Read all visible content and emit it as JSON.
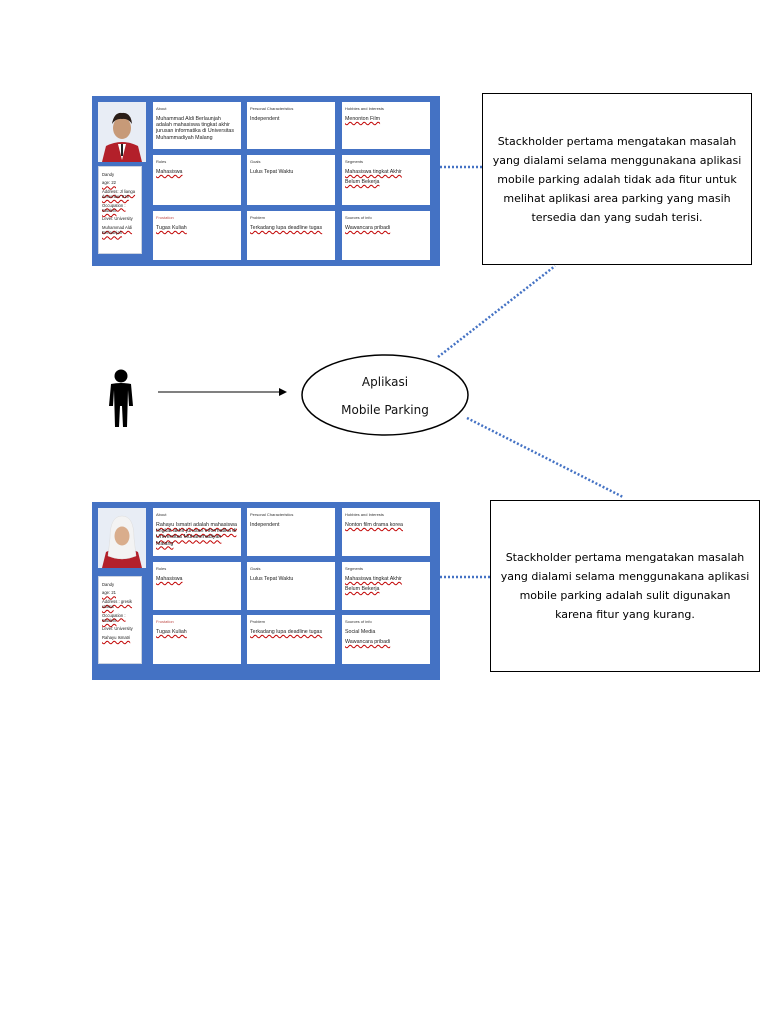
{
  "personas": [
    {
      "about_title": "About",
      "about_text": "Muhammad Aldi Berlaunjah adalah mahasiswa tingkat akhir jurusan informatika di Universitas Muhammadiyah Malang",
      "info": {
        "name": "Dandy",
        "age": "age: 22",
        "address": "Address: Jl lianga desember 919",
        "occupation": "Occupation : Student",
        "level": "Level: University",
        "fullname": "Muhammad Aldi Berlaunjah"
      },
      "personal_title": "Personal Characteristics",
      "personal_value": "Independent",
      "hobbies_title": "Hobbies and Interests",
      "hobbies_value": "Menonton Film",
      "roles_title": "Roles",
      "roles_value": "Mahasiswa",
      "goals_title": "Goals",
      "goals_value": "Lulus Tepat Waktu",
      "segments_title": "Segments",
      "segments_value1": "Mahasiswa tingkat Akhir",
      "segments_value2": "Belum Bekerja",
      "frustration_title": "Frustation",
      "frustration_value": "Tugas Kuliah",
      "problem_title": "Problem",
      "problem_value": "Terkadang lupa deadline tugas",
      "sources_title": "Sources of info",
      "sources_value1": "Wawancara pribadi",
      "sources_value2": ""
    },
    {
      "about_title": "About",
      "about_text": "Rahayu Ismatri adalah mahasiswa tingkat akhir jurusan informatika di Universitas Muhammadiyah Malang",
      "info": {
        "name": "Dandy",
        "age": "age: 21",
        "address": "Address : gresik utama",
        "occupation": "Occupation : Student",
        "level": "Level: University",
        "fullname": "Rahayu Ismatri"
      },
      "personal_title": "Personal Characteristics",
      "personal_value": "Independent",
      "hobbies_title": "Hobbies and Interests",
      "hobbies_value": "Nonton film drama korea",
      "roles_title": "Roles",
      "roles_value": "Mahasiswa",
      "goals_title": "Goals",
      "goals_value": "Lulus Tepat Waktu",
      "segments_title": "Segments",
      "segments_value1": "Mahasiswa tingkat Akhir",
      "segments_value2": "Belum Bekerja",
      "frustration_title": "Frustation",
      "frustration_value": "Tugas Kuliah",
      "problem_title": "Problem",
      "problem_value": "Terkadang lupa deadline tugas",
      "sources_title": "Sources of info",
      "sources_value1": "Social Media",
      "sources_value2": "Wawancara pribadi"
    }
  ],
  "textbox1": "Stackholder pertama mengatakan masalah yang dialami selama menggunakana aplikasi mobile parking adalah tidak ada fitur untuk melihat aplikasi area parking yang masih tersedia dan yang sudah terisi.",
  "textbox2": "Stackholder pertama mengatakan masalah yang dialami selama menggunakana aplikasi mobile parking adalah sulit digunakan karena fitur yang kurang.",
  "ellipse_line1": "Aplikasi",
  "ellipse_line2": "Mobile Parking",
  "colors": {
    "persona_bg": "#4472c4",
    "connector": "#4472c4"
  }
}
